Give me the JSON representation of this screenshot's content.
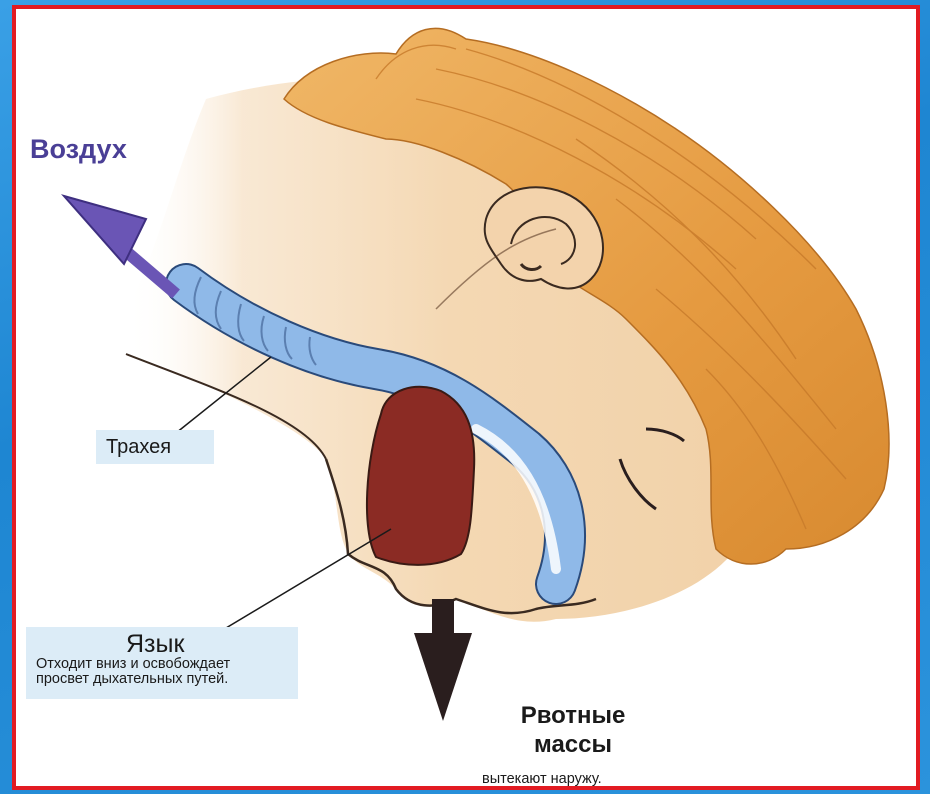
{
  "labels": {
    "air": "Воздух",
    "trachea": "Трахея",
    "tongue_title": "Язык",
    "tongue_desc_line1": "Отходит вниз и освобождает",
    "tongue_desc_line2": "просвет дыхательных путей.",
    "vomit_title_line1": "Рвотные",
    "vomit_title_line2": "массы",
    "vomit_desc": "вытекают наружу."
  },
  "colors": {
    "frame_border": "#e21b22",
    "background_blue": "#2a8fd8",
    "title_air": "#4a3f96",
    "air_arrow": "#6a55b5",
    "trachea_tube": "#8fb9e8",
    "tongue": "#8b2b24",
    "skin": "#f5d9b5",
    "hair": "#e8a24b",
    "vomit_arrow": "#2a1e1e",
    "label_box": "#dcecf7"
  },
  "icons": {
    "air_arrow": "arrow-up-left-icon",
    "vomit_arrow": "arrow-down-icon"
  }
}
